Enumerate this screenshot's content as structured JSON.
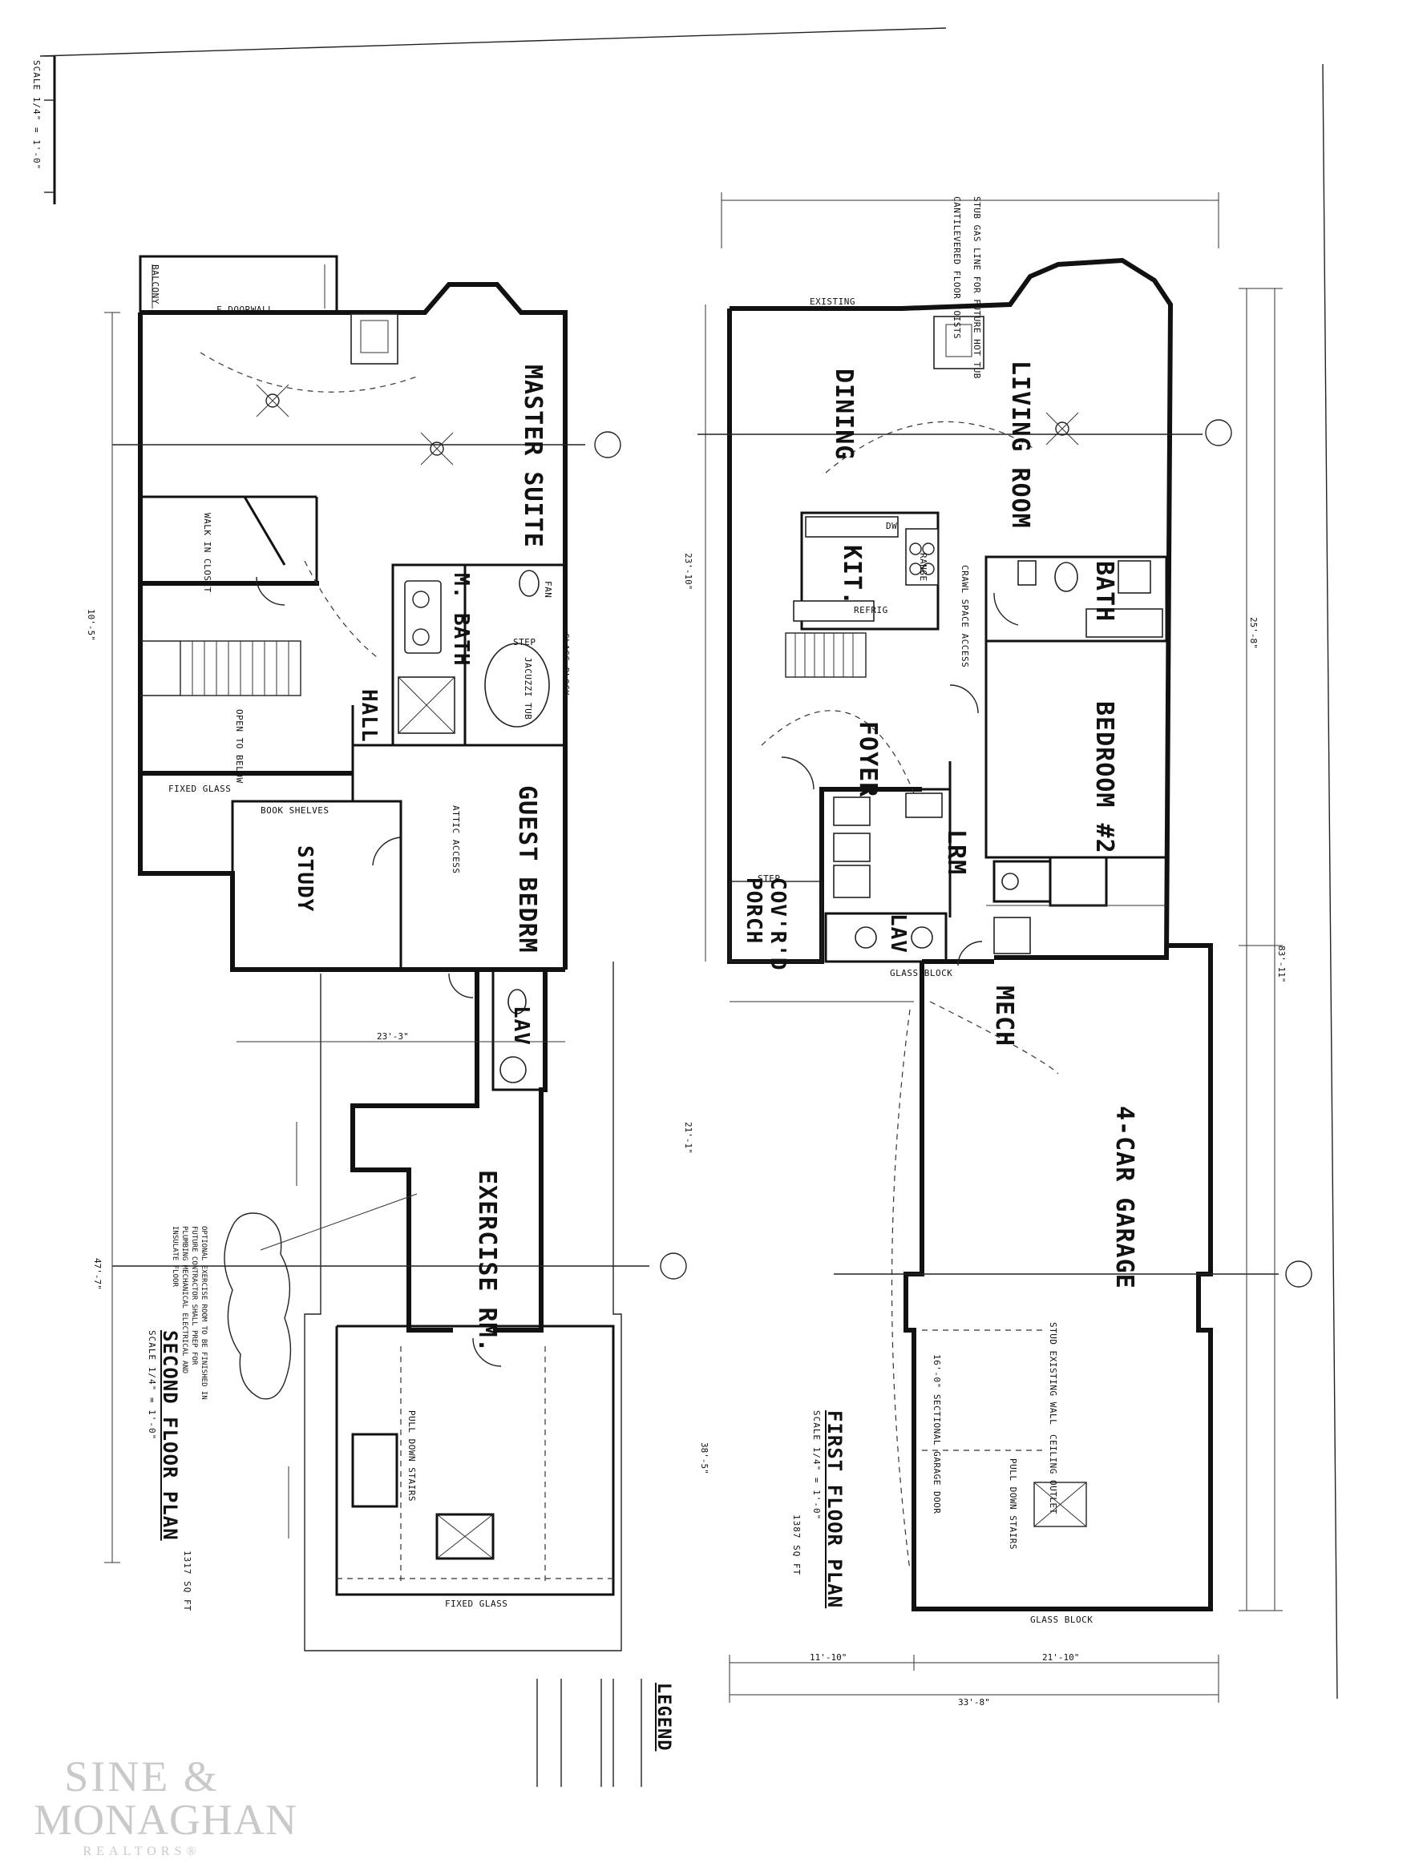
{
  "second_floor": {
    "title": "SECOND FLOOR PLAN",
    "area": "1317 SQ FT",
    "rooms": {
      "master_suite": "MASTER SUITE",
      "m_bath": "M. BATH",
      "hall": "HALL",
      "study": "STUDY",
      "guest_bedrm": "GUEST BEDRM",
      "lav": "LAV",
      "exercise_rm": "EXERCISE RM."
    },
    "notes": {
      "balcony": "BALCONY",
      "doorwall": "F DOORWALL",
      "walk_in_closet": "WALK IN CLOSET",
      "jacuzzi_tub": "JACUZZI TUB",
      "open_below": "OPEN TO BELOW",
      "attic_access": "ATTIC ACCESS",
      "book_shelves": "BOOK SHELVES",
      "fixed_glass_top": "FIXED GLASS",
      "fixed_glass_bottom": "FIXED GLASS",
      "glass_block": "GLASS BLOCK",
      "step": "STEP",
      "fan": "FAN",
      "pull_down_stairs": "PULL DOWN STAIRS",
      "optional_cloud": "OPTIONAL EXERCISE ROOM TO BE FINISHED IN FUTURE CONTRACTOR SHALL PREP FOR PLUMBING MECHANICAL ELECTRICAL AND INSULATE FLOOR"
    }
  },
  "first_floor": {
    "title": "FIRST FLOOR PLAN",
    "area": "1387 SQ FT",
    "rooms": {
      "dining": "DINING",
      "living_room": "LIVING ROOM",
      "kit": "KIT.",
      "bath": "BATH",
      "bedroom2": "BEDROOM #2",
      "foyer": "FOYER",
      "lrm": "LRM",
      "lav": "LAV",
      "covrd_porch": "COV'R'D PORCH",
      "mech": "MECH",
      "garage": "4-CAR GARAGE"
    },
    "notes": {
      "existing": "EXISTING",
      "refrig": "REFRIG",
      "range": "RANGE",
      "dw": "DW",
      "crawl_space_access": "CRAWL SPACE ACCESS",
      "step": "STEP",
      "glass_block": "GLASS BLOCK",
      "glass_block_garage": "GLASS BLOCK",
      "sectional_door": "16'-0\" SECTIONAL GARAGE DOOR",
      "pull_down_stairs": "PULL DOWN STAIRS",
      "ceiling_outlet": "CEILING OUTLET",
      "stud_existing": "STUD EXISTING WALL",
      "cantilever": "CANTILEVERED FLOOR JOISTS",
      "gas_line": "STUB GAS LINE FOR FUTURE HOT TUB"
    }
  },
  "dimensions": {
    "first_total_w": "33'-8\"",
    "first_seg_a": "11'-10\"",
    "first_seg_b": "21'-10\"",
    "first_overall_h": "83'-11\"",
    "first_h_top": "23'-10\"",
    "first_h_mid": "21'-1\"",
    "first_h_bot": "38'-5\"",
    "first_h_right": "25'-8\"",
    "second_overall_h": "47'-7\"",
    "second_seg_a": "23'-3\"",
    "second_seg_b": "10'-5\""
  },
  "legend": {
    "title": "LEGEND"
  },
  "scale_top": "SCALE 1/4\" = 1'-0\"",
  "watermark": {
    "line1": "SINE &",
    "line2": "MONAGHAN",
    "line3": "REALTORS®"
  }
}
